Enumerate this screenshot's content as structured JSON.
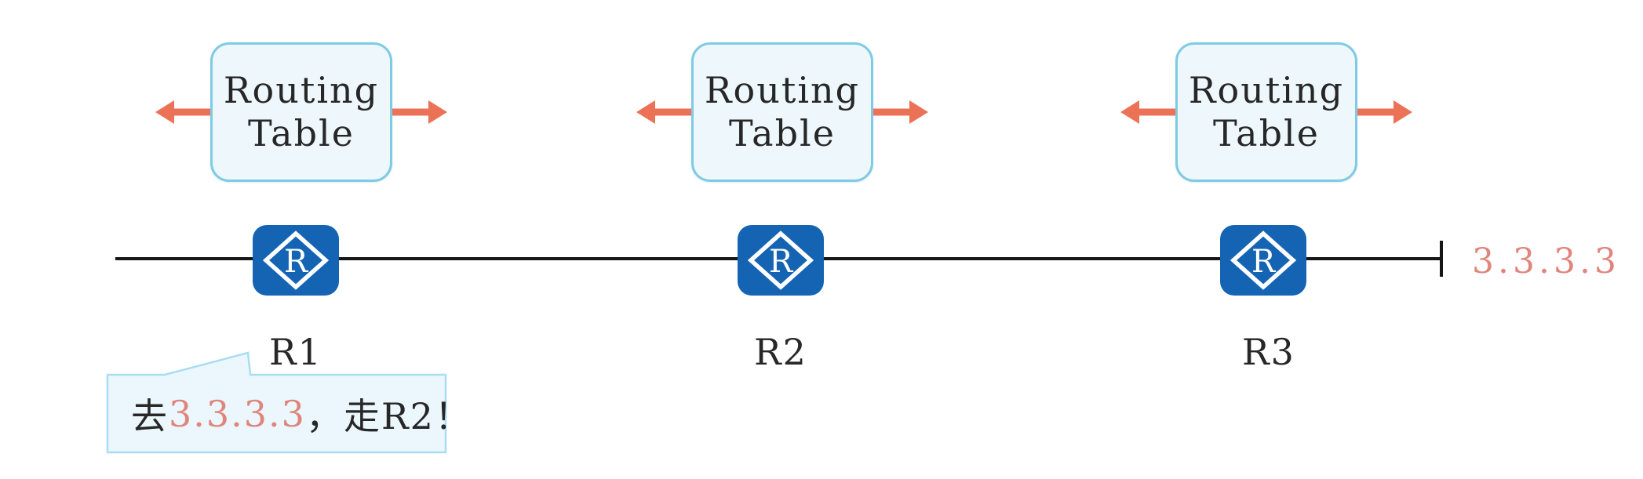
{
  "colors": {
    "router_blue": "#1464b3",
    "box_border": "#7fcbe4",
    "box_fill": "#eef8fc",
    "arrow": "#ec7257",
    "salmon_text": "#e0857b",
    "bubble_border": "#a9ddf1",
    "bubble_fill": "#ebf7fd",
    "line": "#161616",
    "text": "#272727"
  },
  "routing_table": {
    "line1": "Routing",
    "line2": "Table"
  },
  "router_icon_letter": "R",
  "routers": [
    {
      "name": "R1"
    },
    {
      "name": "R2"
    },
    {
      "name": "R3"
    }
  ],
  "destination_ip": "3.3.3.3",
  "speech_bubble": {
    "prefix": "去",
    "ip": "3.3.3.3",
    "suffix": "，走R2！"
  }
}
